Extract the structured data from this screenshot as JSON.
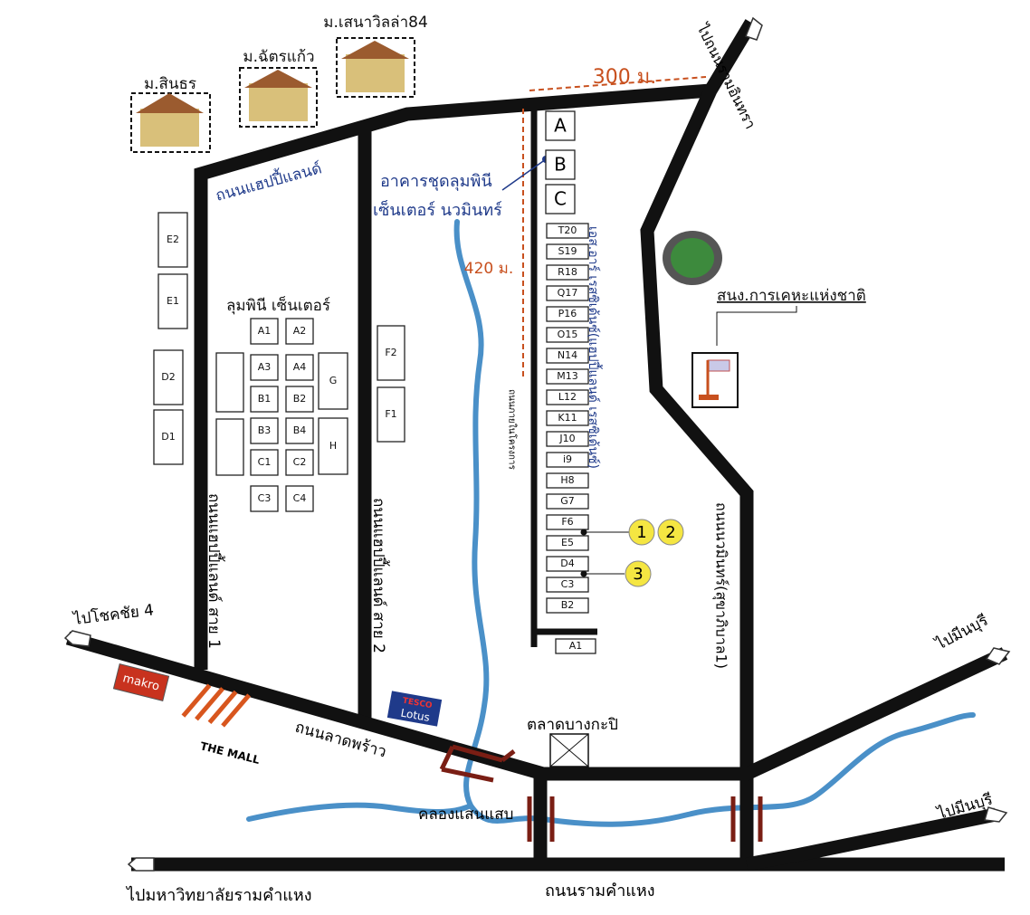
{
  "villages": [
    "ม.สินธร",
    "ม.ฉัตรแก้ว",
    "ม.เสนาวิลล่า84"
  ],
  "distances": {
    "horizontal": "300 ม.",
    "vertical": "420 ม."
  },
  "roads": {
    "happyland": "ถนนแฮปปี้แลนด์",
    "happyland1": "ถนนแฮปปี้แลนด์ สาย 1",
    "happyland2": "ถนนแฮปปี้แลนด์ สาย 2",
    "internal": "ถนนภายในโครงการ",
    "ladprao": "ถนนลาดพร้าว",
    "nawamin": "ถนนนวมินทร์(สุขาภิบาล1)",
    "ramkhamhaeng": "ถนนรามคำแหง",
    "to_ramintra": "ไปถนนรามอินทรา",
    "to_chokchai": "ไปโชคชัย 4",
    "to_minburi_1": "ไปมีนบุรี",
    "to_minburi_2": "ไปมีนบุรี",
    "to_ru": "ไปมหาวิทยาลัยรามคำแหง"
  },
  "project": {
    "name_line1": "อาคารชุดลุมพินี",
    "name_line2": "เซ็นเตอร์ นวมินทร์",
    "towers": [
      "A",
      "B",
      "C"
    ]
  },
  "residence": "เอส.อาร์ เรสซิเด้นซ์(แฮปปี้แลนด์ เรสซิเด้นซ์)",
  "units": [
    "T20",
    "S19",
    "R18",
    "Q17",
    "P16",
    "O15",
    "N14",
    "M13",
    "L12",
    "K11",
    "J10",
    "i9",
    "H8",
    "G7",
    "F6",
    "E5",
    "D4",
    "C3",
    "B2",
    "A1"
  ],
  "highlight_unit": "M13",
  "markers": [
    "1",
    "2",
    "3"
  ],
  "lumpini_center": {
    "title": "ลุมพินี เซ็นเตอร์",
    "blocks": [
      "A1",
      "A2",
      "A3",
      "A4",
      "B1",
      "B2",
      "B3",
      "B4",
      "C1",
      "C2",
      "C3",
      "C4",
      "G",
      "H"
    ]
  },
  "left_blocks": [
    "E2",
    "E1",
    "D2",
    "D1"
  ],
  "mid_blocks": [
    "F2",
    "F1"
  ],
  "landmarks": {
    "nha": "สนง.การเคหะแห่งชาติ",
    "market": "ตลาดบางกะปิ",
    "canal": "คลองแสนแสบ",
    "makro": "makro",
    "mall": "THE MALL",
    "tesco": "TESCO",
    "lotus": "Lotus"
  },
  "colors": {
    "road": "#111111",
    "river": "#4a90c8",
    "highlight": "#c8501e",
    "marker": "#f5e642",
    "text_blue": "#1f3a8a"
  }
}
